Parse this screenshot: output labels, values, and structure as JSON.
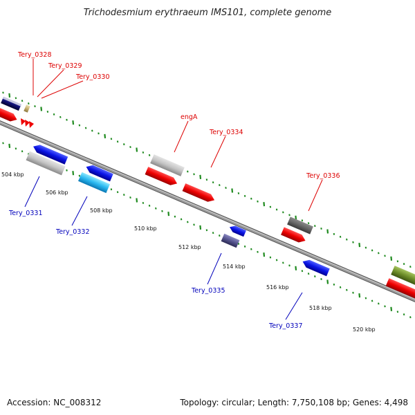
{
  "title": "Trichodesmium erythraeum IMS101, complete genome",
  "accession": "Accession: NC_008312",
  "summary": "Topology: circular; Length: 7,750,108 bp; Genes: 4,498",
  "colors": {
    "backbone": "#8c8c8c",
    "tick": "#1e8a1e",
    "label_forward": "#dd0000",
    "label_reverse": "#0000bb"
  },
  "kbp_ticks": [
    "504 kbp",
    "506 kbp",
    "508 kbp",
    "510 kbp",
    "512 kbp",
    "514 kbp",
    "516 kbp",
    "518 kbp",
    "520 kbp"
  ],
  "genes_forward": [
    {
      "label": "Tery_0328"
    },
    {
      "label": "Tery_0329"
    },
    {
      "label": "Tery_0330"
    },
    {
      "label": "engA"
    },
    {
      "label": "Tery_0334"
    },
    {
      "label": "Tery_0336"
    }
  ],
  "genes_reverse": [
    {
      "label": "Tery_0331"
    },
    {
      "label": "Tery_0332"
    },
    {
      "label": "Tery_0335"
    },
    {
      "label": "Tery_0337"
    }
  ]
}
